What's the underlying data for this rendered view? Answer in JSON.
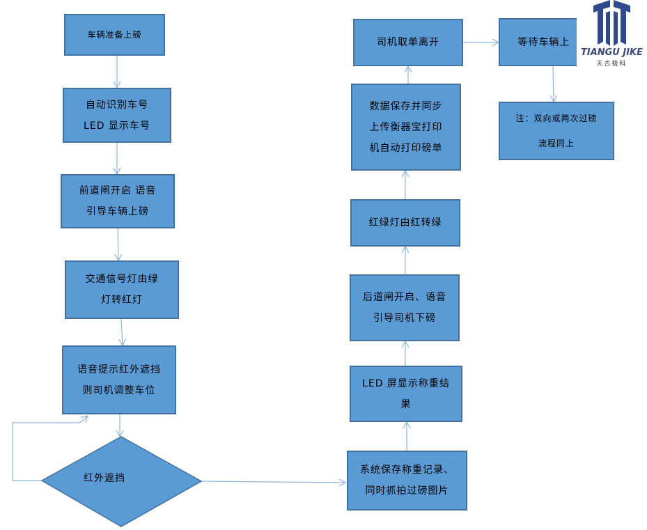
{
  "nodes": {
    "n1": [
      "车辆准备上磅"
    ],
    "n2": [
      "自动识别车号",
      "LED 显示车号"
    ],
    "n3": [
      "前道闸开启  语音",
      "引导车辆上磅"
    ],
    "n4": [
      "交通信号灯由绿",
      "灯转红灯"
    ],
    "n5": [
      "语音提示红外遮挡",
      "则司机调整车位"
    ],
    "decision": "红外遮挡",
    "n6": [
      "系统保存称重记录、",
      "同时抓拍过磅图片"
    ],
    "n7": [
      "LED 屏显示称重结",
      "果"
    ],
    "n8": [
      "后道闸开启、语音",
      "引导司机下磅"
    ],
    "n9": [
      "红绿灯由红转绿"
    ],
    "n10": [
      "数据保存并同步",
      "上传衡器宝打印",
      "机自动打印磅单"
    ],
    "n11": [
      "司机取单离开"
    ],
    "n12": [
      "等待车辆上"
    ],
    "n13": [
      "注：双向或两次过磅",
      "流程同上"
    ]
  },
  "logo": {
    "brand_en": "TIANGU JIKE",
    "brand_cn": "天古极科"
  },
  "colors": {
    "box_fill": "#5b9bd5",
    "box_border": "#41719c",
    "arrow": "#8fb4dc",
    "logo": "#2e4a8c"
  }
}
